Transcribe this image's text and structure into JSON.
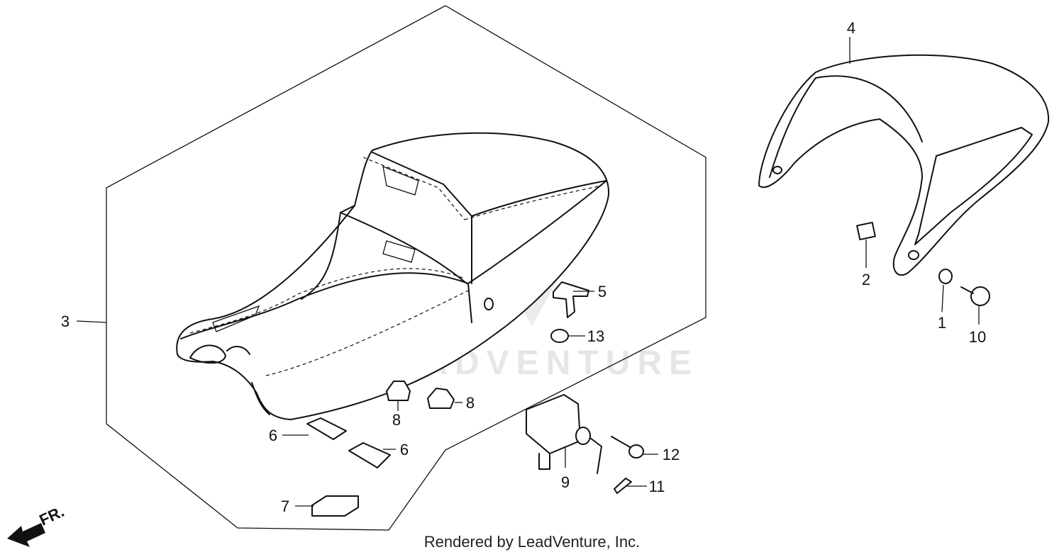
{
  "watermark": {
    "text": "LEADVENTURE"
  },
  "direction_marker": {
    "label": "FR."
  },
  "footer": {
    "text": "Rendered by LeadVenture, Inc."
  },
  "callouts": [
    "1",
    "2",
    "3",
    "4",
    "5",
    "6",
    "6",
    "7",
    "8",
    "8",
    "9",
    "10",
    "11",
    "12",
    "13"
  ]
}
